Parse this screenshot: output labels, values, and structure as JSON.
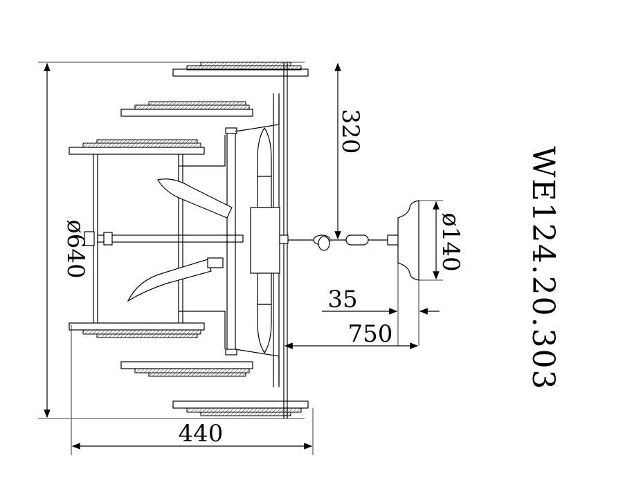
{
  "model_number": "WE124.20.303",
  "dimensions": {
    "overall_diameter": "ø640",
    "width": "440",
    "drop": "320",
    "canopy_diameter": "ø140",
    "canopy_depth": "35",
    "max_height": "750"
  }
}
